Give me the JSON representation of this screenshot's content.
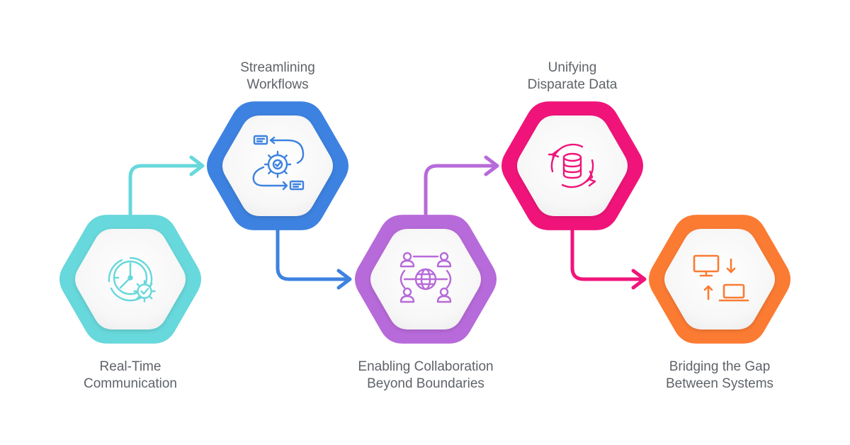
{
  "steps": [
    {
      "id": "realtime",
      "label_line1": "Real-Time",
      "label_line2": "Communication",
      "color": "#67d8db",
      "icon": "clock-gear-icon"
    },
    {
      "id": "streamlining",
      "label_line1": "Streamlining",
      "label_line2": "Workflows",
      "color": "#3d82e0",
      "icon": "workflow-gear-icon"
    },
    {
      "id": "collaboration",
      "label_line1": "Enabling Collaboration",
      "label_line2": "Beyond Boundaries",
      "color": "#b76ad9",
      "icon": "global-team-icon"
    },
    {
      "id": "unifying",
      "label_line1": "Unifying",
      "label_line2": "Disparate Data",
      "color": "#f0147a",
      "icon": "database-sync-icon"
    },
    {
      "id": "bridging",
      "label_line1": "Bridging the Gap",
      "label_line2": "Between Systems",
      "color": "#fb7b33",
      "icon": "system-transfer-icon"
    }
  ]
}
